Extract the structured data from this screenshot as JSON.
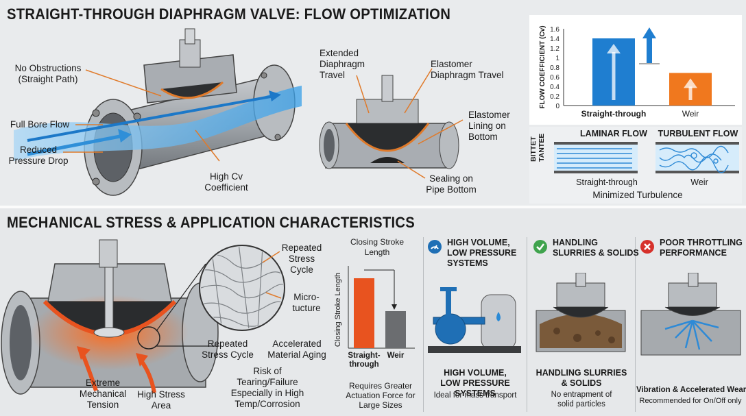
{
  "top": {
    "title": "STRAIGHT-THROUGH DIAPHRAGM VALVE: FLOW OPTIMIZATION",
    "labels": {
      "no_obstructions": "No Obstructions\n(Straight Path)",
      "full_bore": "Full Bore Flow",
      "reduced_pressure": "Reduced\nPressure Drop",
      "high_cv": "High Cv\nCoefficient",
      "extended": "Extended\nDiaphragm\nTravel",
      "elastomer_travel": "Elastomer\nDiaphragm Travel",
      "elastomer_lining": "Elastomer\nLining on\nBottom",
      "sealing": "Sealing on\nPipe Bottom"
    },
    "flow_labels": {
      "laminar": "LAMINAR FLOW",
      "turbulent": "TURBULENT FLOW",
      "side": "BITTET\nTANTEE",
      "left_cap": "Straight-through",
      "right_cap": "Weir",
      "footer": "Minimized Turbulence"
    }
  },
  "bottom": {
    "title": "MECHANICAL STRESS & APPLICATION CHARACTERISTICS",
    "labels": {
      "repeated_cycle_a": "Repeated\nStress\nCycle",
      "micro": "Micro-\ntucture",
      "repeated_cycle_b": "Repeated\nStress Cycle",
      "accelerated": "Accelerated\nMaterial Aging",
      "risk": "Risk of\nTearing/Failure\nEspecially in High\nTemp/Corrosion",
      "extreme": "Extreme\nMechanical\nTension",
      "high_stress": "High Stress\nArea"
    },
    "stroke_chart": {
      "title": "Closing Stroke\nLength",
      "ylabel": "Closing Stroke Length",
      "caption": "Requires Greater\nActuation Force for\nLarge Sizes"
    },
    "cards": [
      {
        "title": "HIGH VOLUME,\nLOW PRESSURE\nSYSTEMS",
        "icon": "gauge-icon",
        "color": "#1f6fb5",
        "caption": "HIGH VOLUME,\nLOW PRESSURE SYSTEMS",
        "sub": "Ideal for mass transport"
      },
      {
        "title": "HANDLING\nSLURRIES & SOLIDS",
        "icon": "check-icon",
        "color": "#3fa34d",
        "caption": "HANDLING SLURRIES\n& SOLIDS",
        "sub": "No entrapment of\nsolid particles"
      },
      {
        "title": "POOR THROTTLING\nPERFORMANCE",
        "icon": "x-icon",
        "color": "#d6312b",
        "caption": "Vibration & Accelerated Wear",
        "sub": "Recommended for On/Off only"
      }
    ]
  },
  "chart_data": [
    {
      "type": "bar",
      "categories": [
        "Straight-through",
        "Weir"
      ],
      "values": [
        1.4,
        0.68
      ],
      "ylabel": "FLOW COEFFICIENT (Cv)",
      "ylim": [
        0,
        1.6
      ],
      "yticks": [
        "0",
        "0.2",
        "0.4",
        "0.6",
        "0.8",
        "1",
        "1.2",
        "1.4",
        "1.6"
      ],
      "colors": [
        "#1f7ed0",
        "#f0781e"
      ]
    },
    {
      "type": "bar",
      "categories": [
        "Straight-\nthrough",
        "Weir"
      ],
      "values": [
        0.85,
        0.45
      ],
      "ylabel": "Closing Stroke Length",
      "colors": [
        "#e8531f",
        "#6b6d70"
      ]
    }
  ]
}
